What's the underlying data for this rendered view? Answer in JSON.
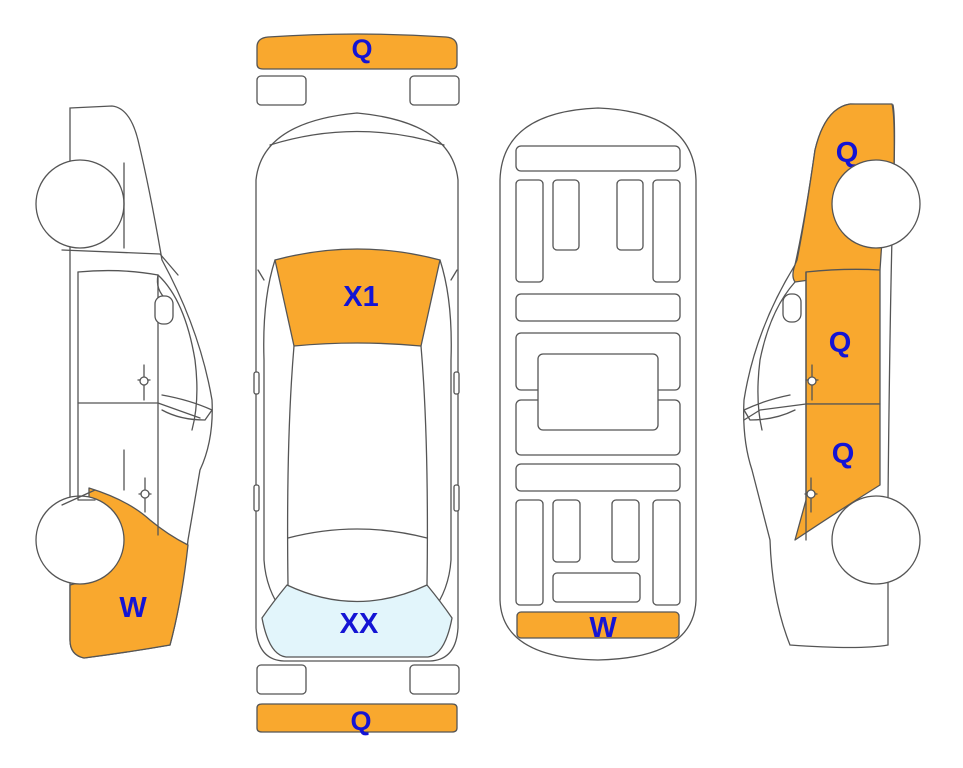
{
  "colors": {
    "damage": "#F9A82E",
    "glass_damage": "#E2F5FB",
    "label": "#1414D4",
    "outline": "#555555"
  },
  "zones": {
    "front_bumper": {
      "code": "Q",
      "damaged": true
    },
    "windshield": {
      "code": "X1",
      "damaged": true
    },
    "rear_window": {
      "code": "XX",
      "damaged": true
    },
    "rear_bumper": {
      "code": "Q",
      "damaged": true
    },
    "left_rear_quarter": {
      "code": "W",
      "damaged": true
    },
    "undercarriage_rear": {
      "code": "W",
      "damaged": true
    },
    "right_front_fender": {
      "code": "Q",
      "damaged": true
    },
    "right_front_door": {
      "code": "Q",
      "damaged": true
    },
    "right_rear_door": {
      "code": "Q",
      "damaged": true
    }
  }
}
